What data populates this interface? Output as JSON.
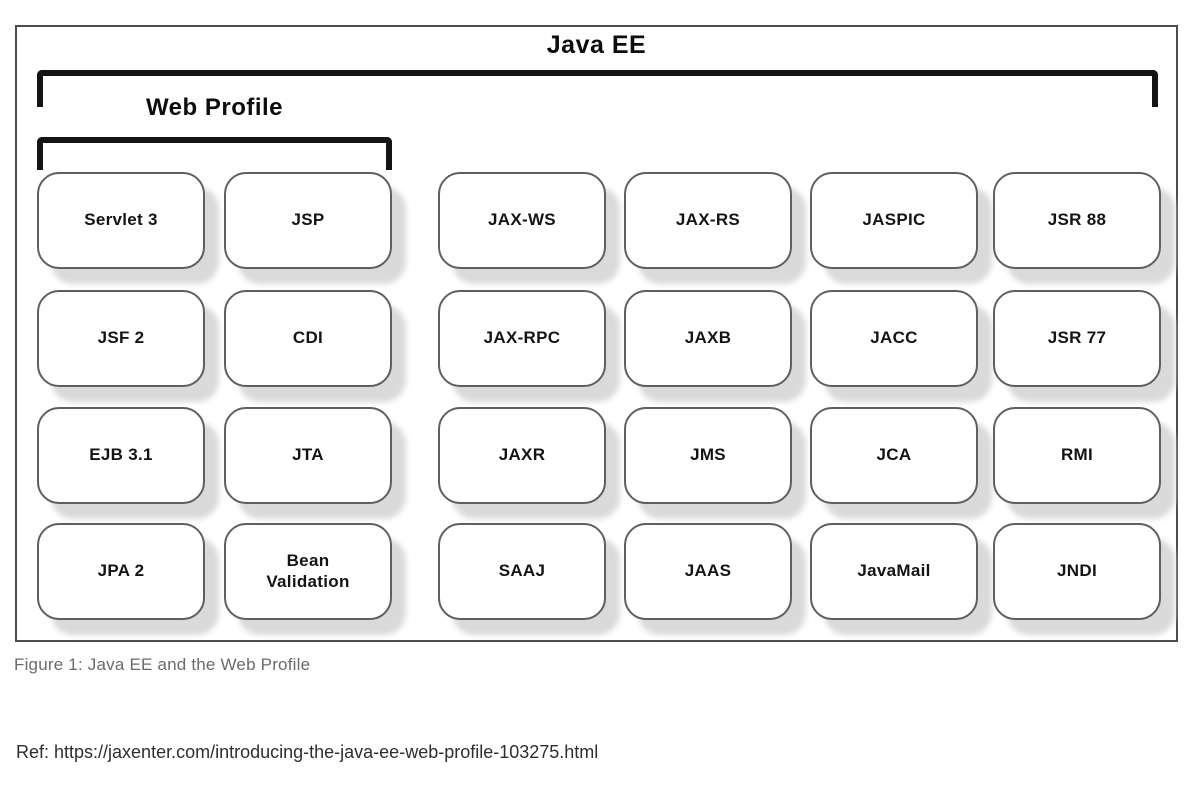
{
  "figure": {
    "title": "Java EE",
    "web_profile_label": "Web Profile",
    "caption": "Figure 1: Java EE and the Web Profile",
    "reference": "Ref: https://jaxenter.com/introducing-the-java-ee-web-profile-103275.html"
  },
  "diagram": {
    "type": "grouped-grid",
    "groups": [
      {
        "name": "Java EE",
        "columns": [
          0,
          1,
          2,
          3,
          4,
          5
        ]
      },
      {
        "name": "Web Profile",
        "columns": [
          0,
          1
        ]
      }
    ],
    "rows": [
      [
        "Servlet 3",
        "JSP",
        "JAX-WS",
        "JAX-RS",
        "JASPIC",
        "JSR 88"
      ],
      [
        "JSF 2",
        "CDI",
        "JAX-RPC",
        "JAXB",
        "JACC",
        "JSR 77"
      ],
      [
        "EJB 3.1",
        "JTA",
        "JAXR",
        "JMS",
        "JCA",
        "RMI"
      ],
      [
        "JPA 2",
        "Bean Validation",
        "SAAJ",
        "JAAS",
        "JavaMail",
        "JNDI"
      ]
    ]
  },
  "colors": {
    "frame_border": "#4c4c4c",
    "bracket": "#141414",
    "box_border": "#5f5f5f",
    "box_fill": "#ffffff",
    "box_shadow": "#dadada",
    "title_text": "#0d0d0d",
    "caption_text": "#6b6b6b",
    "reference_text": "#2e2e2e"
  }
}
